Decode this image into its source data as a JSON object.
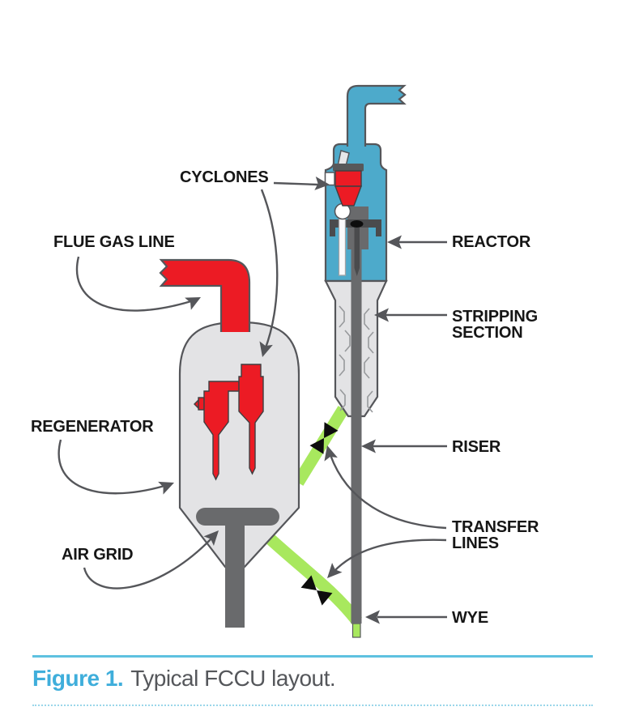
{
  "figure": {
    "caption_prefix": "Figure 1.",
    "caption_text": "Typical FCCU layout."
  },
  "labels": {
    "cyclones": "CYCLONES",
    "flue_gas_line": "FLUE GAS LINE",
    "regenerator": "REGENERATOR",
    "air_grid": "AIR GRID",
    "reactor": "REACTOR",
    "stripping_section": "STRIPPING\nSECTION",
    "riser": "RISER",
    "transfer_lines": "TRANSFER\nLINES",
    "wye": "WYE"
  },
  "colors": {
    "reactor_blue": "#4DAACB",
    "hot_red": "#EC1B24",
    "vessel_gray": "#E3E3E5",
    "outline_gray": "#55565A",
    "pipe_dark": "#696A6C",
    "bracket_dark": "#4A4B4D",
    "catalyst_green": "#A8E85E",
    "valve_black": "#0D0D0D",
    "leader_gray": "#55565A",
    "label_black": "#161616",
    "caption_blue": "#3FAEDB",
    "caption_gray": "#55575B",
    "rule_blue": "#5EC1E0",
    "rule_dotted_blue": "#9AD6EA"
  }
}
